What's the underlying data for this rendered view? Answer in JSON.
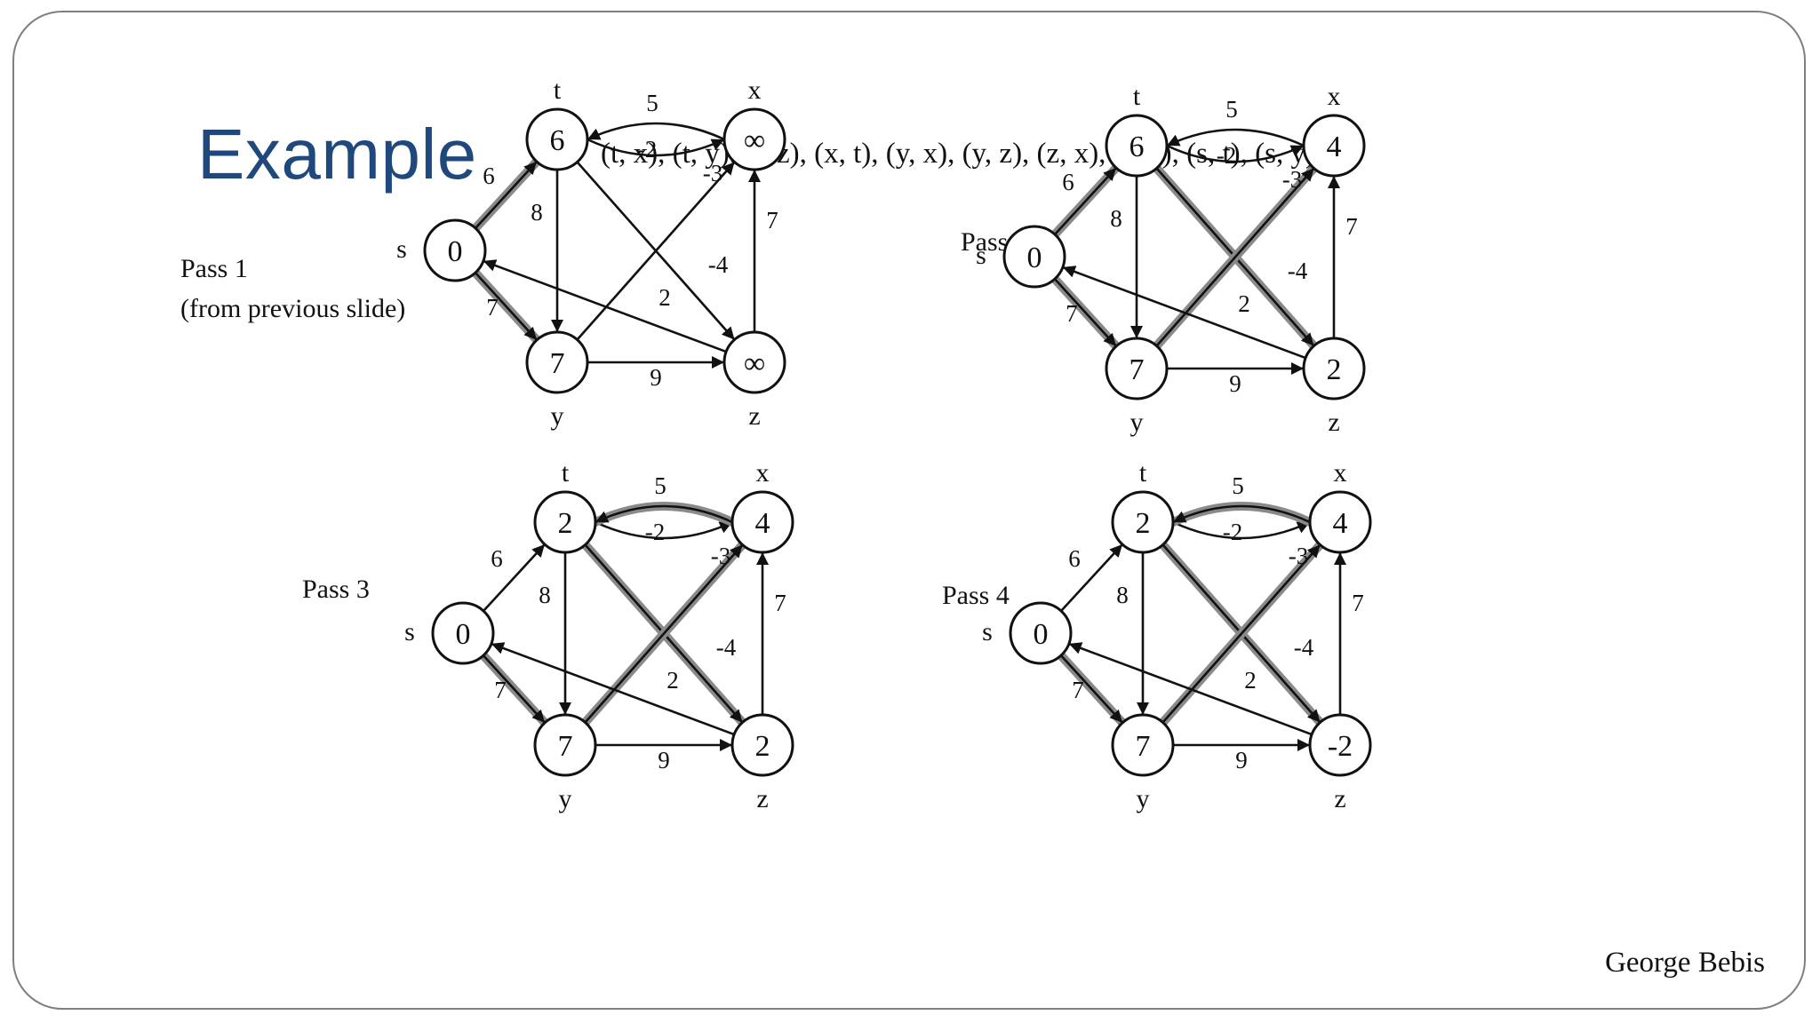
{
  "slide": {
    "title": "Example",
    "edge_order": "(t, x), (t, y), (t, z), (x, t), (y, x), (y, z), (z, x), (z, s), (s, t), (s, y)",
    "author": "George Bebis"
  },
  "graph": {
    "edges": [
      {
        "from": "t",
        "to": "x",
        "weight": "5"
      },
      {
        "from": "x",
        "to": "t",
        "weight": "-2"
      },
      {
        "from": "s",
        "to": "t",
        "weight": "6"
      },
      {
        "from": "s",
        "to": "y",
        "weight": "7"
      },
      {
        "from": "t",
        "to": "y",
        "weight": "8"
      },
      {
        "from": "t",
        "to": "z",
        "weight": "-4"
      },
      {
        "from": "y",
        "to": "x",
        "weight": "-3"
      },
      {
        "from": "y",
        "to": "z",
        "weight": "9"
      },
      {
        "from": "z",
        "to": "x",
        "weight": "7"
      },
      {
        "from": "z",
        "to": "s",
        "weight": "2"
      }
    ]
  },
  "passes": [
    {
      "label": "Pass 1",
      "sublabel": "(from previous slide)",
      "values": {
        "s": "0",
        "t": "6",
        "x": "∞",
        "y": "7",
        "z": "∞"
      },
      "highlighted": [
        [
          "s",
          "t"
        ],
        [
          "s",
          "y"
        ]
      ]
    },
    {
      "label": "Pass 2",
      "sublabel": "",
      "values": {
        "s": "0",
        "t": "6",
        "x": "4",
        "y": "7",
        "z": "2"
      },
      "highlighted": [
        [
          "s",
          "t"
        ],
        [
          "s",
          "y"
        ],
        [
          "t",
          "z"
        ],
        [
          "y",
          "x"
        ]
      ]
    },
    {
      "label": "Pass 3",
      "sublabel": "",
      "values": {
        "s": "0",
        "t": "2",
        "x": "4",
        "y": "7",
        "z": "2"
      },
      "highlighted": [
        [
          "s",
          "y"
        ],
        [
          "t",
          "z"
        ],
        [
          "y",
          "x"
        ],
        [
          "x",
          "t"
        ]
      ]
    },
    {
      "label": "Pass 4",
      "sublabel": "",
      "values": {
        "s": "0",
        "t": "2",
        "x": "4",
        "y": "7",
        "z": "-2"
      },
      "highlighted": [
        [
          "s",
          "y"
        ],
        [
          "t",
          "z"
        ],
        [
          "y",
          "x"
        ],
        [
          "x",
          "t"
        ]
      ]
    }
  ]
}
